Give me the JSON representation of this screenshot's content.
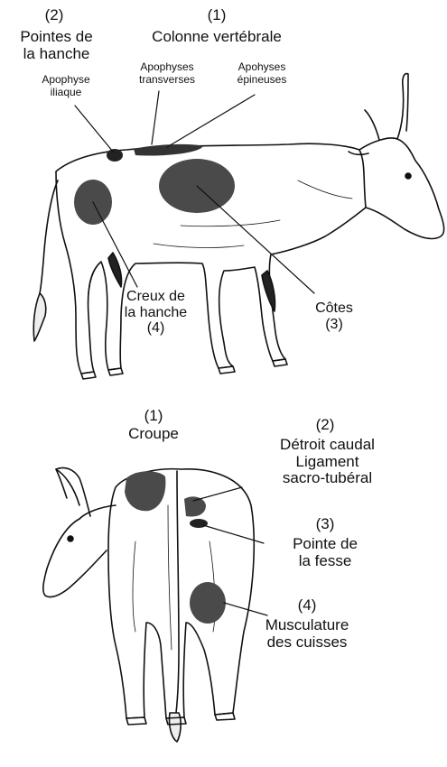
{
  "side_view": {
    "label_1_num": "(1)",
    "label_1_text": "Colonne vertébrale",
    "label_2_num": "(2)",
    "label_2_text": "Pointes de\nla hanche",
    "apophyse_iliaque": "Apophyse\niliaque",
    "apophyses_transverses": "Apophyses\ntransverses",
    "apophyses_epineuses": "Apohyses\népineuses",
    "creux_hanche": "Creux de\nla hanche\n(4)",
    "cotes": "Côtes\n(3)"
  },
  "rear_view": {
    "croupe_num": "(1)",
    "croupe_text": "Croupe",
    "detroit_num": "(2)",
    "detroit_text": "Détroit caudal\nLigament\nsacro-tubéral",
    "pointe_num": "(3)",
    "pointe_text": "Pointe de\nla fesse",
    "muscu_num": "(4)",
    "muscu_text": "Musculature\ndes cuisses"
  },
  "colors": {
    "ink": "#111111",
    "patch": "#4a4a4a",
    "body_fill": "#ffffff"
  }
}
